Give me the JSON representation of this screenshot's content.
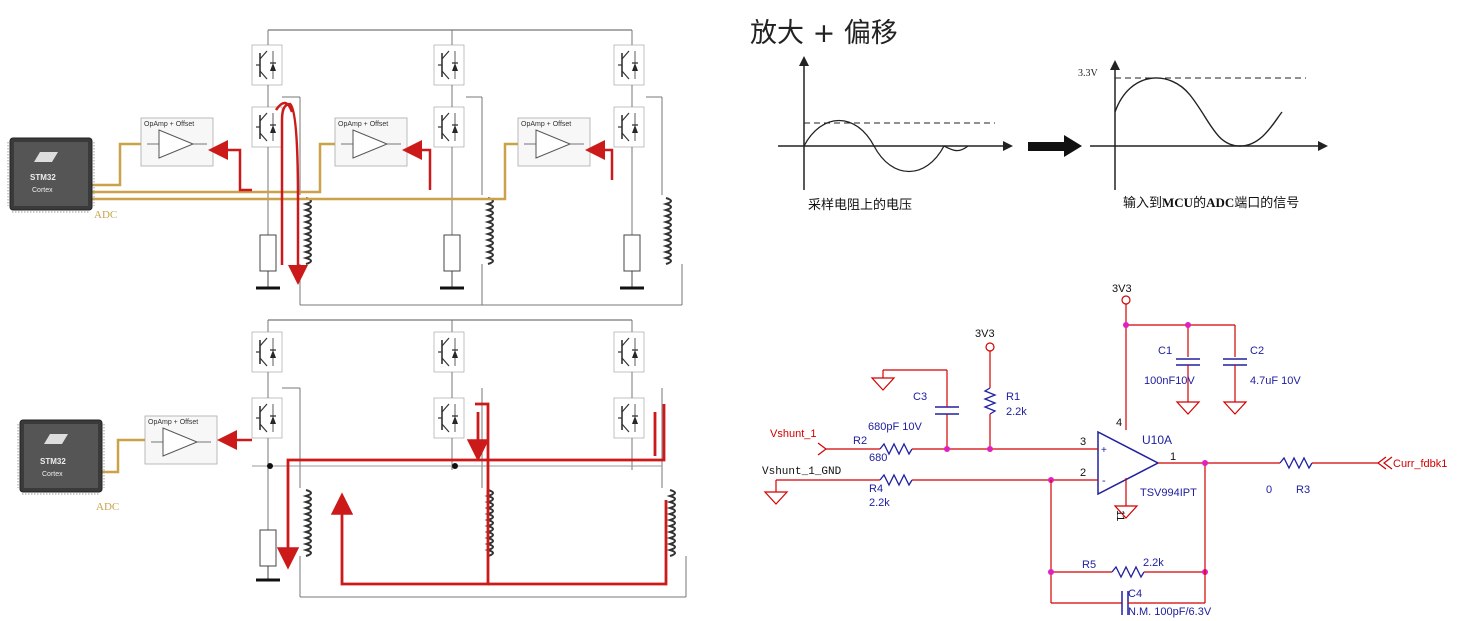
{
  "top_panel": {
    "mcu_label_1": "STM32",
    "mcu_label_2": "Cortex",
    "adc_label": "ADC",
    "opamp_label": "OpAmp + Offset"
  },
  "bottom_panel": {
    "mcu_label_1": "STM32",
    "mcu_label_2": "Cortex",
    "adc_label": "ADC",
    "opamp_label": "OpAmp + Offset"
  },
  "waveform": {
    "title": "放大 + 偏移",
    "left_caption": "采样电阻上的电压",
    "right_caption_parts": [
      "输入到",
      "MCU",
      "的",
      "ADC",
      "端口的信号"
    ],
    "vref_label": "3.3V"
  },
  "schematic": {
    "vcc_top": "3V3",
    "vcc_left": "3V3",
    "vshunt": "Vshunt_1",
    "vshunt_gnd": "Vshunt_1_GND",
    "r1": "R1",
    "r1_val": "2.2k",
    "r2": "R2",
    "r2_val": "680",
    "r3": "R3",
    "r3_val": "0",
    "r4": "R4",
    "r4_val": "2.2k",
    "r5": "R5",
    "r5_val": "2.2k",
    "c1": "C1",
    "c1_val": "100nF10V",
    "c2": "C2",
    "c2_val": "4.7uF 10V",
    "c3": "C3",
    "c3_val": "680pF 10V",
    "c4": "C4",
    "c4_val": "N.M. 100pF/6.3V",
    "opamp_ref": "U10A",
    "opamp_part": "TSV994IPT",
    "pin1": "1",
    "pin2": "2",
    "pin3": "3",
    "pin4": "4",
    "pin11": "11",
    "plus": "+",
    "minus": "-",
    "output_net": "Curr_fdbk1"
  },
  "colors": {
    "current_path": "#cc1a1a",
    "adc_bus": "#c9a24a",
    "net_red": "#d40000",
    "part_blue": "#2020a0",
    "junction": "#e020c0"
  }
}
